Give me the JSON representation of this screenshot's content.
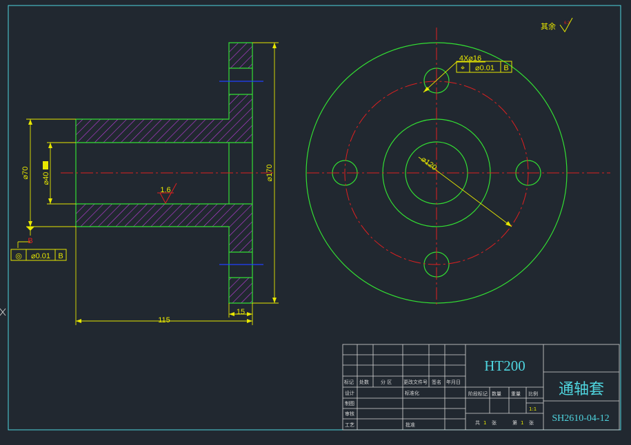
{
  "drawing": {
    "surface_note": "其余",
    "surface_note_value": "6.3",
    "dims": {
      "od70": "⌀70",
      "od40": "⌀40",
      "od170": "⌀170",
      "len115": "115",
      "len15": "15",
      "rough16": "1.6",
      "pcd120": "⌀120",
      "holes": "4X⌀16",
      "datum": "B"
    },
    "frame_left": {
      "symbol": "◎",
      "tolerance": "⌀0.01",
      "datum": "B"
    },
    "frame_right": {
      "symbol": "⌖",
      "tolerance": "⌀0.01",
      "datum": "B"
    }
  },
  "title_block": {
    "material": "HT200",
    "part_name": "通轴套",
    "drawing_no": "SH2610-04-12",
    "scale": "1:1",
    "h_mark": "标记",
    "h_count": "处数",
    "h_zone": "分 区",
    "h_change": "更改文件号",
    "h_sign": "签名",
    "h_date": "年月日",
    "r_design": "设计",
    "r_standard": "标准化",
    "r_draw": "制图",
    "r_review": "审核",
    "r_process": "工艺",
    "r_approve": "批准",
    "stage": "阶段标记",
    "qty": "数量",
    "weight": "重量",
    "ratio": "比例",
    "total_a": "共",
    "total_n": "1",
    "total_b": "张",
    "sheet_a": "第",
    "sheet_n": "1",
    "sheet_b": "张"
  },
  "colors": {
    "background": "#212830",
    "frame": "#4fd6e0",
    "outline": "#33e033",
    "centerline": "#e02020",
    "dimension": "#e8e800",
    "hatch": "#c040e0",
    "hidden": "#2040ff"
  }
}
